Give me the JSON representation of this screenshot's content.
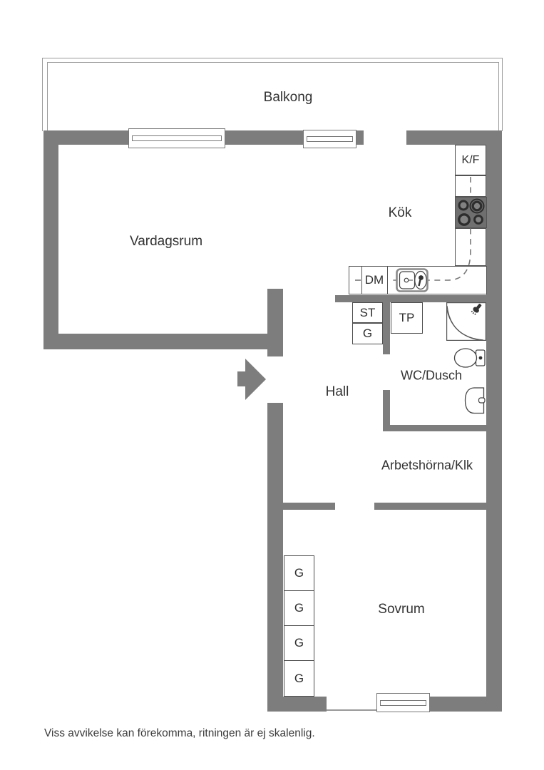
{
  "rooms": {
    "balcony": "Balkong",
    "living_room": "Vardagsrum",
    "kitchen": "Kök",
    "hall": "Hall",
    "bathroom": "WC/Dusch",
    "work_nook": "Arbetshörna/Klk",
    "bedroom": "Sovrum"
  },
  "fixtures": {
    "fridge_freezer": "K/F",
    "dishwasher": "DM",
    "cleaning_closet": "ST",
    "hall_wardrobe": "G",
    "washer_tower": "TP"
  },
  "bedroom_closets": [
    "G",
    "G",
    "G",
    "G"
  ],
  "disclaimer": "Viss avvikelse kan förekomma, ritningen är ej skalenlig.",
  "colors": {
    "wall": "#7d7d7d",
    "thin_line": "#4d4d4d",
    "text": "#3a3a3a",
    "balcony_outline": "#9b9b9b"
  }
}
